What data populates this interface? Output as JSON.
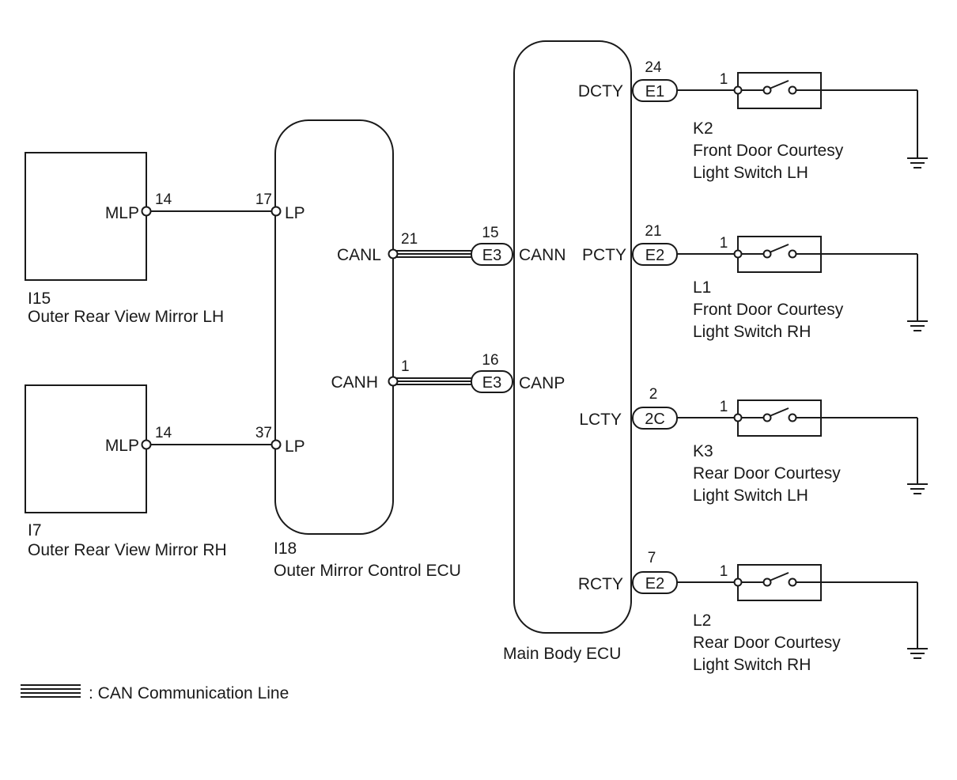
{
  "components": {
    "mirror_lh": {
      "id": "I15",
      "name": "Outer Rear View Mirror LH",
      "terminal": "MLP",
      "pin": "14"
    },
    "mirror_rh": {
      "id": "I7",
      "name": "Outer Rear View Mirror RH",
      "terminal": "MLP",
      "pin": "14"
    },
    "mirror_ecu": {
      "id": "I18",
      "name": "Outer Mirror Control ECU",
      "lp_top": {
        "terminal": "LP",
        "pin": "17"
      },
      "lp_bottom": {
        "terminal": "LP",
        "pin": "37"
      },
      "canl": {
        "terminal": "CANL",
        "pin": "21"
      },
      "canh": {
        "terminal": "CANH",
        "pin": "1"
      }
    },
    "main_body_ecu": {
      "name": "Main Body ECU",
      "cann": {
        "terminal": "CANN",
        "pin": "15",
        "connector": "E3"
      },
      "canp": {
        "terminal": "CANP",
        "pin": "16",
        "connector": "E3"
      },
      "dcty": {
        "terminal": "DCTY",
        "pin": "24",
        "connector": "E1"
      },
      "pcty": {
        "terminal": "PCTY",
        "pin": "21",
        "connector": "E2"
      },
      "lcty": {
        "terminal": "LCTY",
        "pin": "2",
        "connector": "2C"
      },
      "rcty": {
        "terminal": "RCTY",
        "pin": "7",
        "connector": "E2"
      }
    },
    "switch_k2": {
      "id": "K2",
      "line1": "Front Door Courtesy",
      "line2": "Light Switch LH",
      "pin": "1"
    },
    "switch_l1": {
      "id": "L1",
      "line1": "Front Door Courtesy",
      "line2": "Light Switch RH",
      "pin": "1"
    },
    "switch_k3": {
      "id": "K3",
      "line1": "Rear Door Courtesy",
      "line2": "Light Switch LH",
      "pin": "1"
    },
    "switch_l2": {
      "id": "L2",
      "line1": "Rear Door Courtesy",
      "line2": "Light Switch RH",
      "pin": "1"
    }
  },
  "legend": {
    "label": ": CAN Communication Line"
  }
}
